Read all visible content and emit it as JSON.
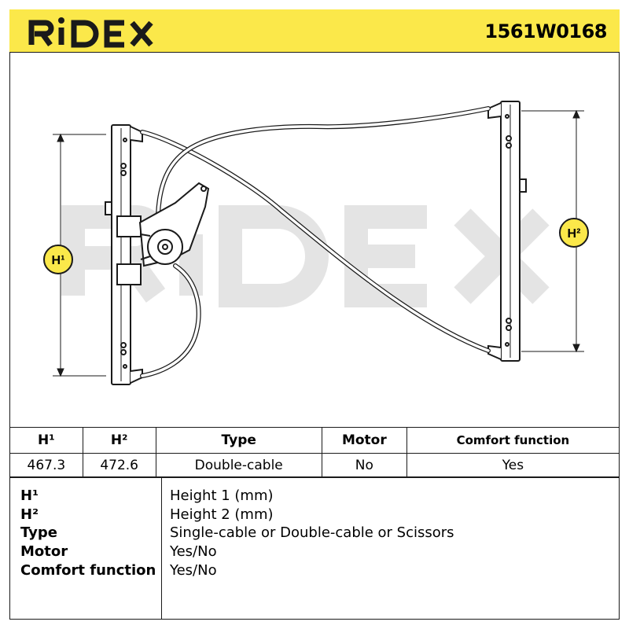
{
  "brand": {
    "name": "RIDEX",
    "accent": "#fbe84a",
    "watermark_color": "#e6e6e6"
  },
  "part_number": "1561W0168",
  "drawing": {
    "watermark": "RIDEX",
    "dimension_labels": {
      "h1": "H¹",
      "h2": "H²"
    }
  },
  "spec_table": {
    "headers": [
      "H¹",
      "H²",
      "Type",
      "Motor",
      "Comfort function"
    ],
    "values": [
      "467.3",
      "472.6",
      "Double-cable",
      "No",
      "Yes"
    ]
  },
  "legend": [
    {
      "key": "H¹",
      "value": "Height 1 (mm)"
    },
    {
      "key": "H²",
      "value": "Height 2 (mm)"
    },
    {
      "key": "Type",
      "value": "Single-cable or Double-cable or Scissors"
    },
    {
      "key": "Motor",
      "value": "Yes/No"
    },
    {
      "key": "Comfort function",
      "value": "Yes/No"
    }
  ]
}
